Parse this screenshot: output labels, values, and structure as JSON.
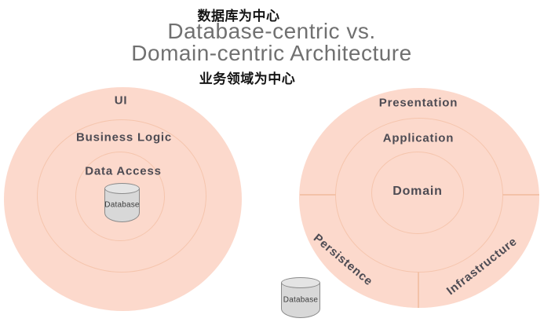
{
  "header": {
    "zh_database_centric": "数据库为中心",
    "title_line1": "Database-centric vs.",
    "title_line2": "Domain-centric Architecture",
    "zh_domain_centric": "业务领域为中心"
  },
  "left_diagram": {
    "rings": [
      "UI",
      "Business Logic",
      "Data Access"
    ],
    "database_label": "Database"
  },
  "right_diagram": {
    "rings": [
      "Presentation",
      "Application",
      "Domain"
    ],
    "outer_segments": [
      "Persistence",
      "Infrastructure"
    ],
    "database_label": "Database"
  },
  "colors": {
    "background": "#ffffff",
    "circle_fill": "#fcd9cc",
    "ring_stroke": "#f5c5ad",
    "segment_divider": "#f3c2a8",
    "ring_label_text": "#4d4b53",
    "title_text": "#707070",
    "zh_text": "#141414",
    "cylinder_fill": "#d8d8d8",
    "cylinder_top_fill": "#e4e4e4",
    "cylinder_stroke": "#8a8a8a"
  }
}
